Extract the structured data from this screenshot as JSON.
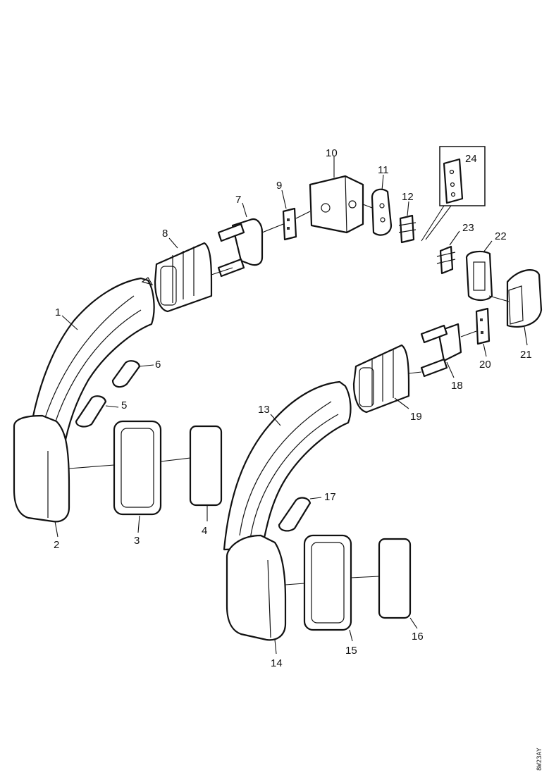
{
  "callouts": [
    "1",
    "2",
    "3",
    "4",
    "5",
    "6",
    "7",
    "8",
    "9",
    "10",
    "11",
    "12",
    "13",
    "14",
    "15",
    "16",
    "17",
    "18",
    "19",
    "20",
    "21",
    "22",
    "23",
    "24"
  ],
  "drawing_code": "8W23AY"
}
